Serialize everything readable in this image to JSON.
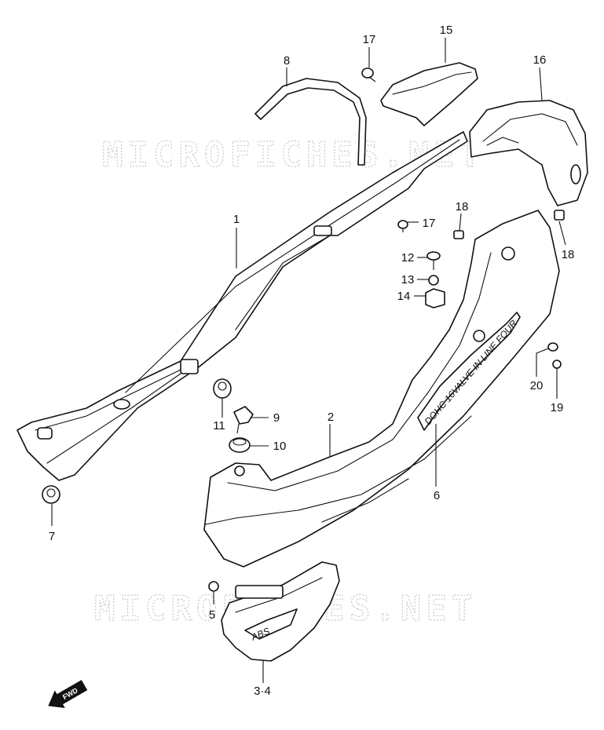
{
  "watermark": {
    "text_top": "MICROFICHES.NET",
    "text_bottom": "MICROFICHES.NET"
  },
  "decal": {
    "side_cover_text": "DOHC 16VALVE IN LINE FOUR",
    "badge_text": "ABS"
  },
  "direction_marker": {
    "text": "FWD"
  },
  "callouts": {
    "p1": "1",
    "p2": "2",
    "p34": "3·4",
    "p5": "5",
    "p6": "6",
    "p7": "7",
    "p8": "8",
    "p9": "9",
    "p10": "10",
    "p11": "11",
    "p12": "12",
    "p13": "13",
    "p14": "14",
    "p15": "15",
    "p16": "16",
    "p17a": "17",
    "p17b": "17",
    "p18a": "18",
    "p18b": "18",
    "p19": "19",
    "p20": "20"
  }
}
